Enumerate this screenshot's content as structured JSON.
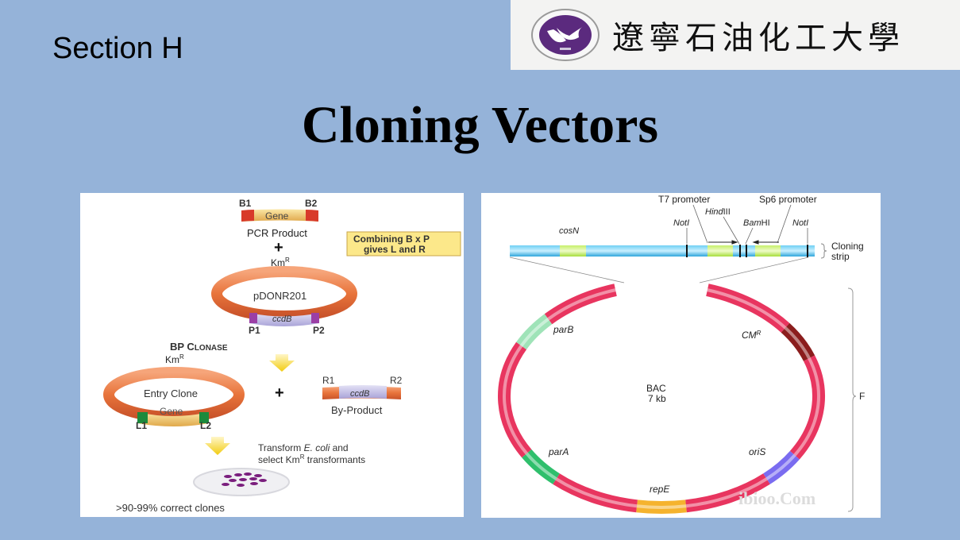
{
  "slide": {
    "section_label": "Section H",
    "title": "Cloning Vectors",
    "logo": {
      "university_name": "遼寧石油化工大學",
      "emblem_icon": "university-emblem-icon",
      "emblem_color": "#5b2a7e"
    },
    "background_color": "#95b3d9"
  },
  "left_diagram": {
    "pcr_product": {
      "site_left": "B1",
      "site_right": "B2",
      "gene_label": "Gene",
      "caption": "PCR Product"
    },
    "plus_1": "+",
    "kmr_1": "Km",
    "kmr_sup": "R",
    "note_box": {
      "line1": "Combining B x P",
      "line2": "gives L and R"
    },
    "donor_plasmid": {
      "name": "pDONR201",
      "insert_label": "ccdB",
      "site_left": "P1",
      "site_right": "P2"
    },
    "enzyme_label_1": "BP C",
    "enzyme_label_2": "LONASE",
    "kmr_2": "Km",
    "entry_clone": {
      "name": "Entry Clone",
      "gene_label": "Gene",
      "site_left": "L1",
      "site_right": "L2"
    },
    "plus_2": "+",
    "by_product": {
      "site_left": "R1",
      "site_right": "R2",
      "insert_label": "ccdB",
      "caption": "By-Product"
    },
    "transform_line1_a": "Transform ",
    "transform_line1_b": "E. coli",
    "transform_line1_c": " and",
    "transform_line2_a": "select Km",
    "transform_line2_b": " transformants",
    "result": ">90-99% correct clones",
    "colors": {
      "backbone": "#e8743b",
      "gene": "#f2c55a",
      "ccdb": "#b7b3e0",
      "p_sites": "#9b3fa6",
      "l_sites": "#1c8a3c",
      "b_sites": "#d83a2a",
      "arrow": "#f4d21c",
      "colony": "#7a1e7d",
      "note_box": "#fce88a"
    }
  },
  "right_diagram": {
    "cloning_strip": {
      "label_line1": "Cloning",
      "label_line2": "strip",
      "cosN": "cosN",
      "t7_promoter": "T7 promoter",
      "sp6_promoter": "Sp6 promoter",
      "hindiii_a": "Hind",
      "hindiii_b": "III",
      "bamhi_a": "Bam",
      "bamhi_b": "HI",
      "noti_left": "NotI",
      "noti_right": "NotI"
    },
    "plasmid": {
      "name": "BAC",
      "size": "7 kb",
      "genes": {
        "parB": "parB",
        "cmr": "CM",
        "cmr_sup": "R",
        "parA": "parA",
        "oriS": "oriS",
        "repE": "repE"
      }
    },
    "f_label": "F",
    "watermark": "ibioo.Com",
    "colors": {
      "strip": "#3db7e8",
      "strip_insert": "#b9ec5a",
      "ring": "#e8355f",
      "parB": "#9fe3b8",
      "cmr": "#8b1d1d",
      "parA": "#2fbf6c",
      "oriS": "#7a6cf0",
      "repE": "#f5b32e"
    }
  }
}
